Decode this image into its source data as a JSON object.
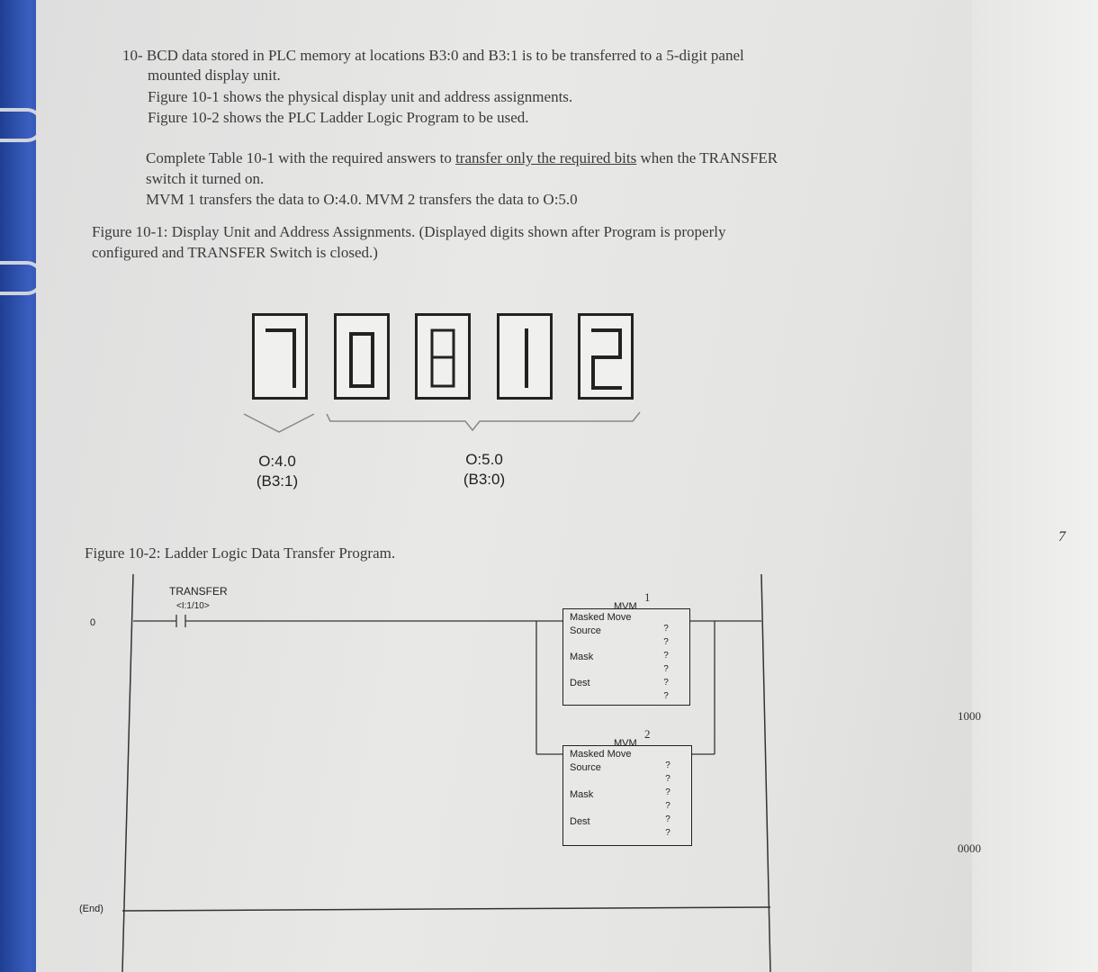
{
  "question": {
    "line1": "10- BCD data stored in PLC memory at locations B3:0 and B3:1 is to be transferred to a 5-digit panel",
    "line2": "mounted display unit.",
    "line3": "Figure 10-1 shows the physical display unit and address assignments.",
    "line4": "Figure 10-2 shows the PLC Ladder Logic Program to be used.",
    "line5_pre": "Complete Table 10-1 with the required answers to ",
    "line5_link": "transfer only the required bits",
    "line5_post": " when the TRANSFER",
    "line6": "switch it turned on.",
    "line7": "MVM 1 transfers the data to O:4.0.  MVM 2 transfers the data to O:5.0"
  },
  "figure1": {
    "caption1": "Figure 10-1: Display Unit and Address Assignments. (Displayed digits shown after Program is properly",
    "caption2": "configured and TRANSFER Switch is closed.)",
    "digits": [
      "7",
      "0",
      "8",
      "1",
      "2"
    ],
    "group1_addr": "O:4.0",
    "group1_src": "(B3:1)",
    "group2_addr": "O:5.0",
    "group2_src": "(B3:0)"
  },
  "figure2": {
    "caption": "Figure 10-2: Ladder Logic Data Transfer Program.",
    "rung0": "0",
    "rung_end": "(End)",
    "contact_name": "TRANSFER",
    "contact_addr": "<I:1/10>",
    "mvm1": {
      "number": "1",
      "type": "MVM",
      "title": "Masked Move",
      "source": "Source",
      "mask": "Mask",
      "dest": "Dest",
      "values": [
        "?",
        "?",
        "?",
        "?",
        "?",
        "?"
      ]
    },
    "mvm2": {
      "number": "2",
      "type": "MVM",
      "title": "Masked Move",
      "source": "Source",
      "mask": "Mask",
      "dest": "Dest",
      "values": [
        "?",
        "?",
        "?",
        "?",
        "?",
        "?"
      ]
    }
  },
  "margin_notes": {
    "note1": "1000",
    "note2": "0000",
    "note3": "7"
  }
}
